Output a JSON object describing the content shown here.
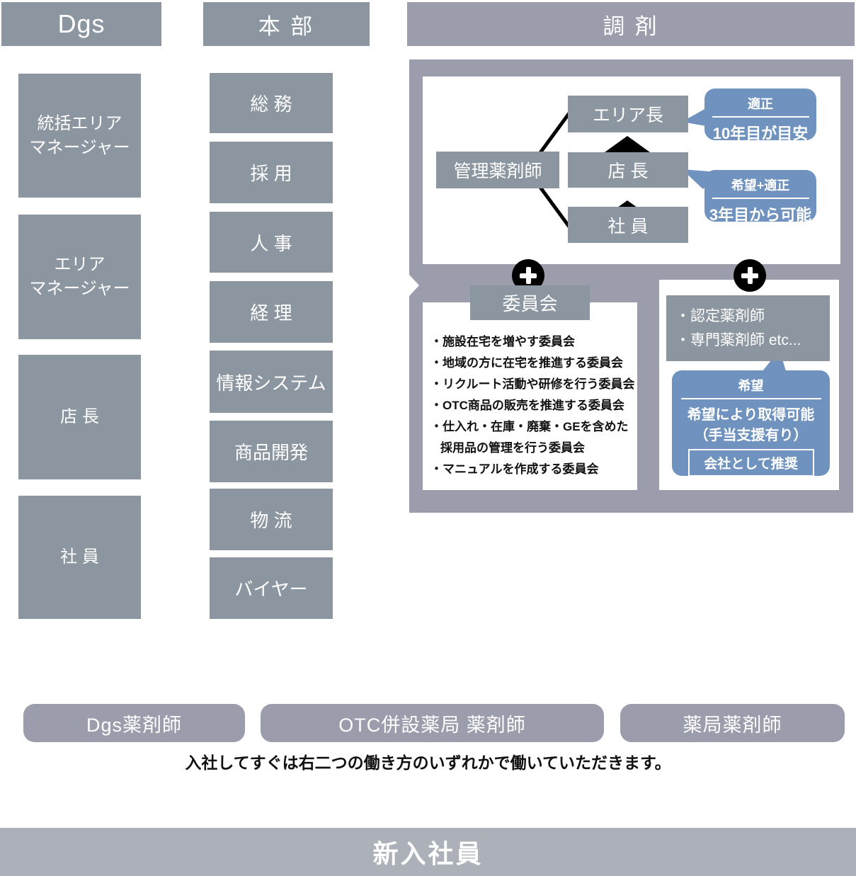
{
  "colors": {
    "box_gray": "#8c96a0",
    "lavender_gray": "#9b9cac",
    "bottom_bar_gray": "#acb1b9",
    "bubble_blue": "#6f93be",
    "text_black": "#111111",
    "white": "#ffffff"
  },
  "headers": {
    "dgs": "Dgs",
    "honbu": "本 部",
    "chozai": "調 剤"
  },
  "dgs_col": {
    "items": [
      "統括エリア\nマネージャー",
      "エリア\nマネージャー",
      "店 長",
      "社 員"
    ]
  },
  "honbu_col": {
    "items": [
      "総 務",
      "採 用",
      "人 事",
      "経 理",
      "情報システム",
      "商品開発",
      "物 流",
      "バイヤー"
    ]
  },
  "org": {
    "manager": "管理薬剤師",
    "area_chief": "エリア長",
    "store_chief": "店 長",
    "staff": "社 員",
    "bubble_area": {
      "top": "適正",
      "bottom": "10年目が目安"
    },
    "bubble_store": {
      "top": "希望+適正",
      "bottom": "3年目から可能"
    }
  },
  "committee": {
    "header": "委員会",
    "items": [
      "・施設在宅を増やす委員会",
      "・地域の方に在宅を推進する委員会",
      "・リクルート活動や研修を行う委員会",
      "・OTC商品の販売を推進する委員会",
      "・仕入れ・在庫・廃棄・GEを含めた",
      "採用品の管理を行う委員会",
      "・マニュアルを作成する委員会"
    ]
  },
  "certification": {
    "box_lines": "・認定薬剤師\n・専門薬剤師 etc...",
    "bubble": {
      "top": "希望",
      "line1": "希望により取得可能",
      "line2": "（手当支援有り）",
      "badge": "会社として推奨"
    }
  },
  "bottom": {
    "buttons": [
      "Dgs薬剤師",
      "OTC併設薬局 薬剤師",
      "薬局薬剤師"
    ],
    "note": "入社してすぐは右二つの働き方のいずれかで働いていただきます。",
    "bar": "新入社員"
  }
}
